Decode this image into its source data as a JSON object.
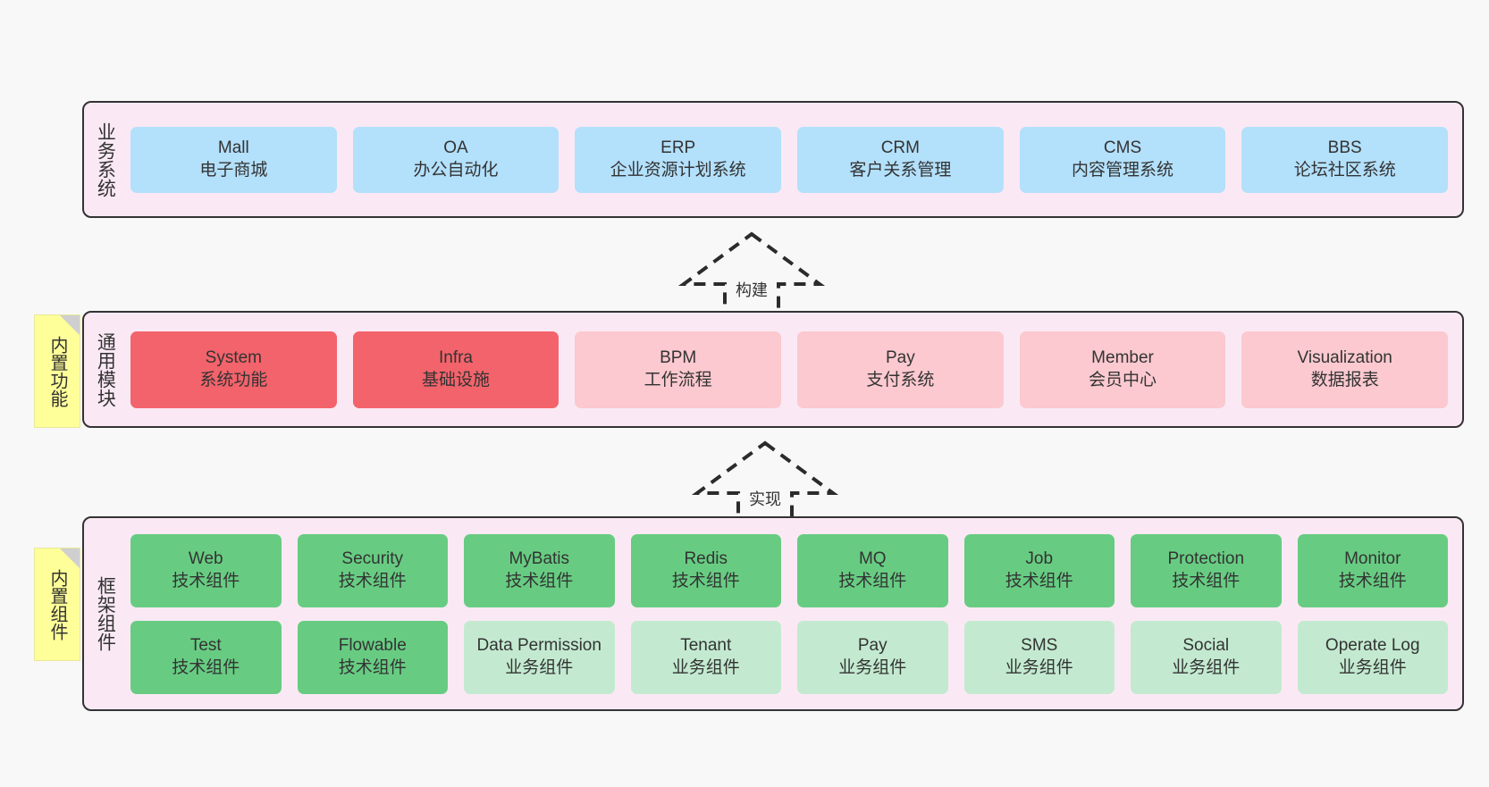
{
  "layers": [
    {
      "id": "business",
      "title": "业务系统",
      "rows": [
        [
          {
            "en": "Mall",
            "cn": "电子商城",
            "style": "blue"
          },
          {
            "en": "OA",
            "cn": "办公自动化",
            "style": "blue"
          },
          {
            "en": "ERP",
            "cn": "企业资源计划系统",
            "style": "blue"
          },
          {
            "en": "CRM",
            "cn": "客户关系管理",
            "style": "blue"
          },
          {
            "en": "CMS",
            "cn": "内容管理系统",
            "style": "blue"
          },
          {
            "en": "BBS",
            "cn": "论坛社区系统",
            "style": "blue"
          }
        ]
      ]
    },
    {
      "id": "modules",
      "title": "通用模块",
      "rows": [
        [
          {
            "en": "System",
            "cn": "系统功能",
            "style": "strong"
          },
          {
            "en": "Infra",
            "cn": "基础设施",
            "style": "strong"
          },
          {
            "en": "BPM",
            "cn": "工作流程",
            "style": "soft"
          },
          {
            "en": "Pay",
            "cn": "支付系统",
            "style": "soft"
          },
          {
            "en": "Member",
            "cn": "会员中心",
            "style": "soft"
          },
          {
            "en": "Visualization",
            "cn": "数据报表",
            "style": "soft"
          }
        ]
      ]
    },
    {
      "id": "framework",
      "title": "框架组件",
      "rows": [
        [
          {
            "en": "Web",
            "cn": "技术组件",
            "style": "tech"
          },
          {
            "en": "Security",
            "cn": "技术组件",
            "style": "tech"
          },
          {
            "en": "MyBatis",
            "cn": "技术组件",
            "style": "tech"
          },
          {
            "en": "Redis",
            "cn": "技术组件",
            "style": "tech"
          },
          {
            "en": "MQ",
            "cn": "技术组件",
            "style": "tech"
          },
          {
            "en": "Job",
            "cn": "技术组件",
            "style": "tech"
          },
          {
            "en": "Protection",
            "cn": "技术组件",
            "style": "tech"
          },
          {
            "en": "Monitor",
            "cn": "技术组件",
            "style": "tech"
          }
        ],
        [
          {
            "en": "Test",
            "cn": "技术组件",
            "style": "tech"
          },
          {
            "en": "Flowable",
            "cn": "技术组件",
            "style": "tech"
          },
          {
            "en": "Data Permission",
            "cn": "业务组件",
            "style": "biz"
          },
          {
            "en": "Tenant",
            "cn": "业务组件",
            "style": "biz"
          },
          {
            "en": "Pay",
            "cn": "业务组件",
            "style": "biz"
          },
          {
            "en": "SMS",
            "cn": "业务组件",
            "style": "biz"
          },
          {
            "en": "Social",
            "cn": "业务组件",
            "style": "biz"
          },
          {
            "en": "Operate Log",
            "cn": "业务组件",
            "style": "biz"
          }
        ]
      ]
    }
  ],
  "notes": [
    {
      "id": "functions",
      "label": "内置功能"
    },
    {
      "id": "components",
      "label": "内置组件"
    }
  ],
  "arrows": [
    {
      "id": "build",
      "label": "构建"
    },
    {
      "id": "realize",
      "label": "实现"
    }
  ],
  "colors": {
    "background": "#f8f8f8",
    "layer_fill": "#fae9f4",
    "layer_border": "#333333",
    "business_cell": "#b3e0fb",
    "module_strong": "#f3636b",
    "module_soft": "#fbc9cf",
    "tech_component": "#67cc82",
    "biz_component": "#c3ead0",
    "note_fill": "#ffff99",
    "note_fold": "#cfcfcf",
    "text": "#333333"
  }
}
